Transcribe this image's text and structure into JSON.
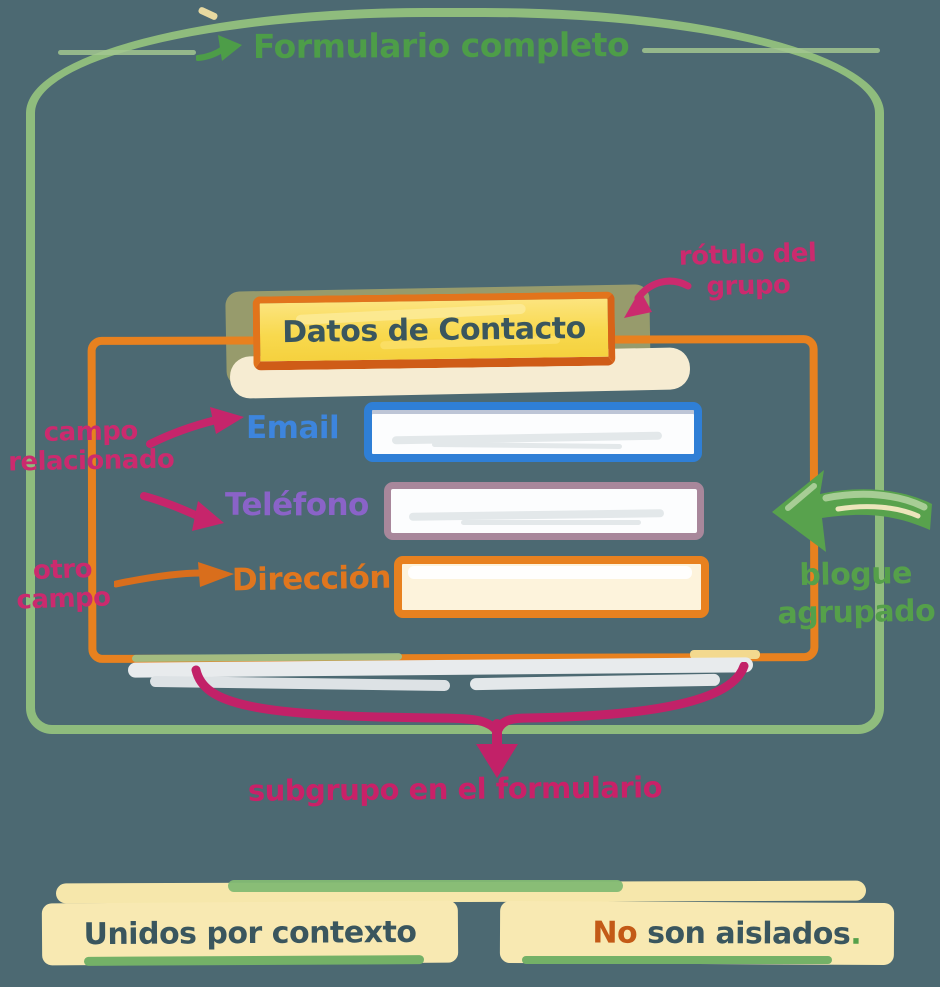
{
  "banner": {
    "label": "Formulario completo"
  },
  "group": {
    "title": "Datos de Contacto",
    "fields": [
      {
        "label": "Email",
        "value": "",
        "label_color": "#3d85dd",
        "border_color": "#2f7fd6"
      },
      {
        "label": "Teléfono",
        "value": "",
        "label_color": "#8a63c8",
        "border_color": "#a8879b"
      },
      {
        "label": "Dirección",
        "value": "",
        "label_color": "#e0761e",
        "border_color": "#e8811f"
      }
    ]
  },
  "annotations": {
    "rotulo_line1": "rótulo del",
    "rotulo_line2": "grupo",
    "campo_line1": "campo",
    "campo_line2": "relacionado",
    "otro_line1": "otro",
    "otro_line2": "campo",
    "bloque_line1": "blogue",
    "bloque_line2": "agrupado",
    "subgrupo": "subgrupo en el formulario"
  },
  "footer": {
    "left": "Unidos por contexto",
    "right_emphasis": "No",
    "right_text": " son aislados",
    "right_period": "."
  },
  "colors": {
    "background": "#4c6972",
    "frame_green": "#8fbc7d",
    "text_green": "#4d9d48",
    "orange": "#e8811f",
    "pink": "#c6256b",
    "yellow_fill": "#f8d94e",
    "highlight_band": "#f8e9b2",
    "dark_text": "#3a565e"
  }
}
